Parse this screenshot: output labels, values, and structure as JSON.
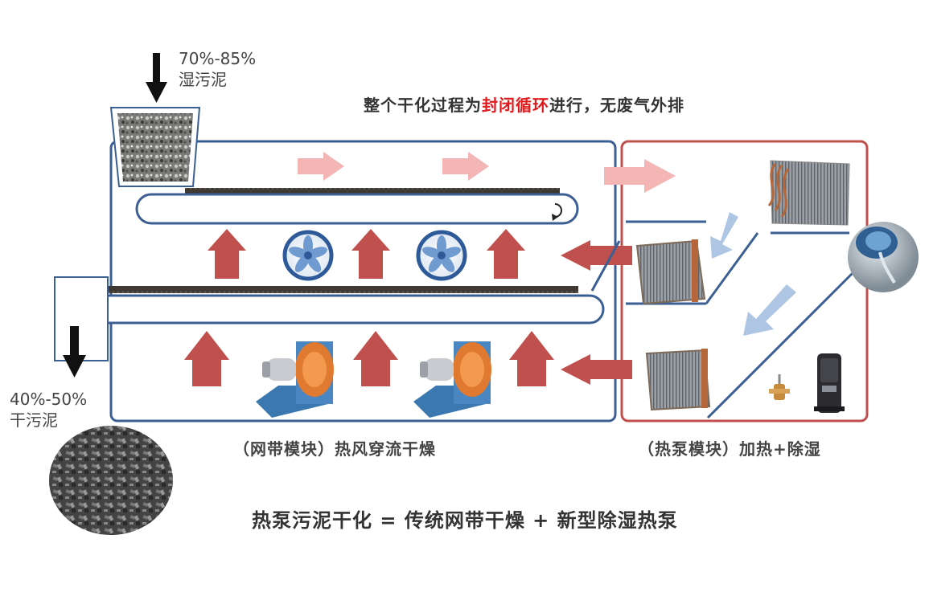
{
  "inlet": {
    "percent": "70%-85%",
    "name": "湿污泥"
  },
  "outlet": {
    "percent": "40%-50%",
    "name": "干污泥"
  },
  "headline": {
    "prefix": "整个干化过程为",
    "highlight": "封闭循环",
    "suffix": "进行，无废气外排"
  },
  "captions": {
    "belt_module": "（网带模块）热风穿流干燥",
    "heat_pump_module": "（热泵模块）加热+除湿"
  },
  "formula": "热泵污泥干化 = 传统网带干燥 + 新型除湿热泵",
  "colors": {
    "belt_box": "#3b5f93",
    "pump_box": "#c0504d",
    "red_arrow": "#c0504d",
    "pink_arrow": "#f4b6b4",
    "blue_arrow": "#aec6e4",
    "highlight": "#e0191c"
  },
  "icons": [
    "down-arrow-icon",
    "axial-fan-icon",
    "centrifugal-blower-icon",
    "heat-exchanger-icon",
    "compressor-icon",
    "expansion-valve-icon",
    "water-drain-icon"
  ]
}
